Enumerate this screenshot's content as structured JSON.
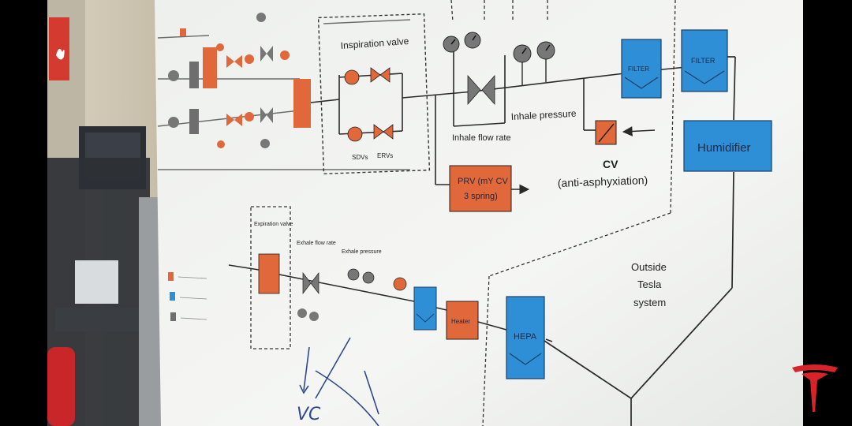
{
  "diagram": {
    "inspiration_valve": "Inspiration valve",
    "sdvs": "SDVs",
    "ervs": "ERVs",
    "inhale_flow_rate": "Inhale flow rate",
    "inhale_pressure": "Inhale pressure",
    "prv_line1": "PRV (mY CV",
    "prv_line2": "3 spring)",
    "cv": "CV",
    "cv_sub": "(anti-asphyxiation)",
    "filter_1": "FILTER",
    "filter_2": "FILTER",
    "humidifier": "Humidifier",
    "outside_line1": "Outside",
    "outside_line2": "Tesla",
    "outside_line3": "system",
    "expiration_valve": "Expiration valve",
    "exhale_flow_rate": "Exhale flow rate",
    "exhale_pressure": "Exhale pressure",
    "heater": "Heater",
    "hepa": "HEPA",
    "handwriting_vc": "VC"
  },
  "colors": {
    "orange": "#e0683a",
    "blue": "#2f8fd6",
    "grey": "#6e6e6e",
    "board": "#f3f4f2",
    "line": "#2a2a2a",
    "tesla_red": "#d8232a"
  },
  "icons": {
    "logo": "tesla-logo",
    "sign": "fire-extinguisher-sign"
  }
}
